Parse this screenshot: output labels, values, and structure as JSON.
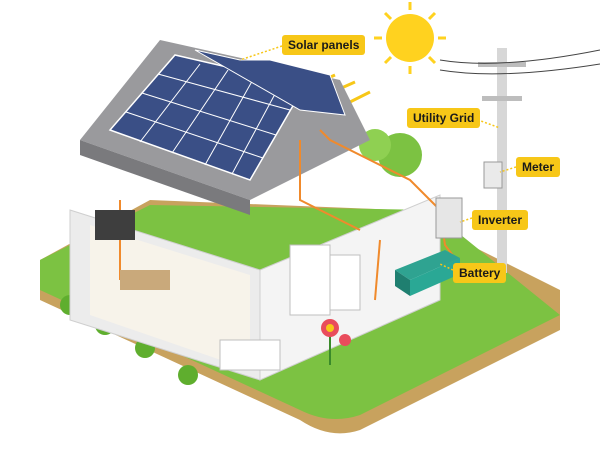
{
  "labels": {
    "solar_panels": "Solar panels",
    "utility_grid": "Utility Grid",
    "meter": "Meter",
    "inverter": "Inverter",
    "battery": "Battery"
  },
  "colors": {
    "label_bg": "#f7c718",
    "sun": "#ffd21f",
    "grass": "#7cc242",
    "soil": "#c8a25e",
    "roof": "#8e8e91",
    "panel": "#3a4f86",
    "wire": "#f08a2c",
    "walls": "#ececec"
  },
  "icons": [
    "sun-icon",
    "utility-pole-icon",
    "flower-icon"
  ]
}
